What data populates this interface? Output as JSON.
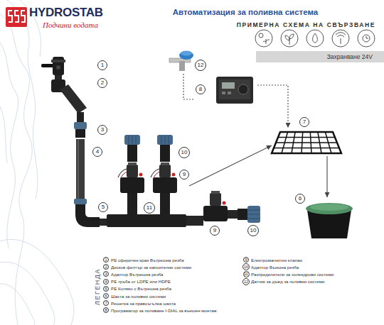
{
  "diagram": {
    "title": "Автоматизация за поливна система",
    "nodes": [
      {
        "text": [
          "Захранване 24V"
        ]
      },
      {
        "text": [
          "1"
        ]
      },
      {
        "text": [
          "12"
        ]
      },
      {
        "text": [
          "2"
        ]
      },
      {
        "text": [
          "8"
        ]
      },
      {
        "text": [
          "7"
        ]
      },
      {
        "text": [
          "3"
        ]
      },
      {
        "text": [
          "4"
        ]
      },
      {
        "text": [
          "10"
        ]
      },
      {
        "text": [
          "9"
        ]
      },
      {
        "text": [
          "6"
        ]
      },
      {
        "text": [
          "5"
        ]
      },
      {
        "text": [
          "11"
        ]
      },
      {
        "text": [
          "9"
        ]
      },
      {
        "text": [
          "10"
        ]
      }
    ],
    "edges": [
      {
        "from": 2,
        "to": 4,
        "arrow": "none"
      },
      {
        "from": 4,
        "to": 5,
        "arrow": "to"
      },
      {
        "from": 9,
        "to": 5,
        "arrow": "to"
      },
      {
        "from": 5,
        "to": 10,
        "arrow": "to"
      }
    ],
    "labels": [
      "HYDROSTAB",
      "Подчини водата",
      "ПРИМЕРНА СХЕМА НА СВЪРЗВАНЕ",
      "ЛЕГЕНДА",
      "1",
      "2",
      "3",
      "4",
      "5",
      "6",
      "7",
      "8",
      "9",
      "10",
      "11",
      "12"
    ],
    "legend": [
      {
        "text": "PE сферичен кран Вътрешна резба"
      },
      {
        "text": "Дисков филтър за напоителни системи"
      },
      {
        "text": "Адаптор Вътрешна резба"
      },
      {
        "text": "PE тръба от LDPE или HDPE"
      },
      {
        "text": "PE Коляно с Вътрешна резба"
      },
      {
        "text": "Шахта за поливни системи"
      },
      {
        "text": "Решетка за правоъгълна шахта"
      },
      {
        "text": "Програматор за поливане I-DIAL за външен монтаж"
      },
      {
        "text": "Електромагнитен клапан"
      },
      {
        "text": "Адаптор Външна резба"
      },
      {
        "text": "Разпределители за холендрови системи"
      },
      {
        "text": "Датчик за дъжд за поливни системи"
      }
    ]
  }
}
